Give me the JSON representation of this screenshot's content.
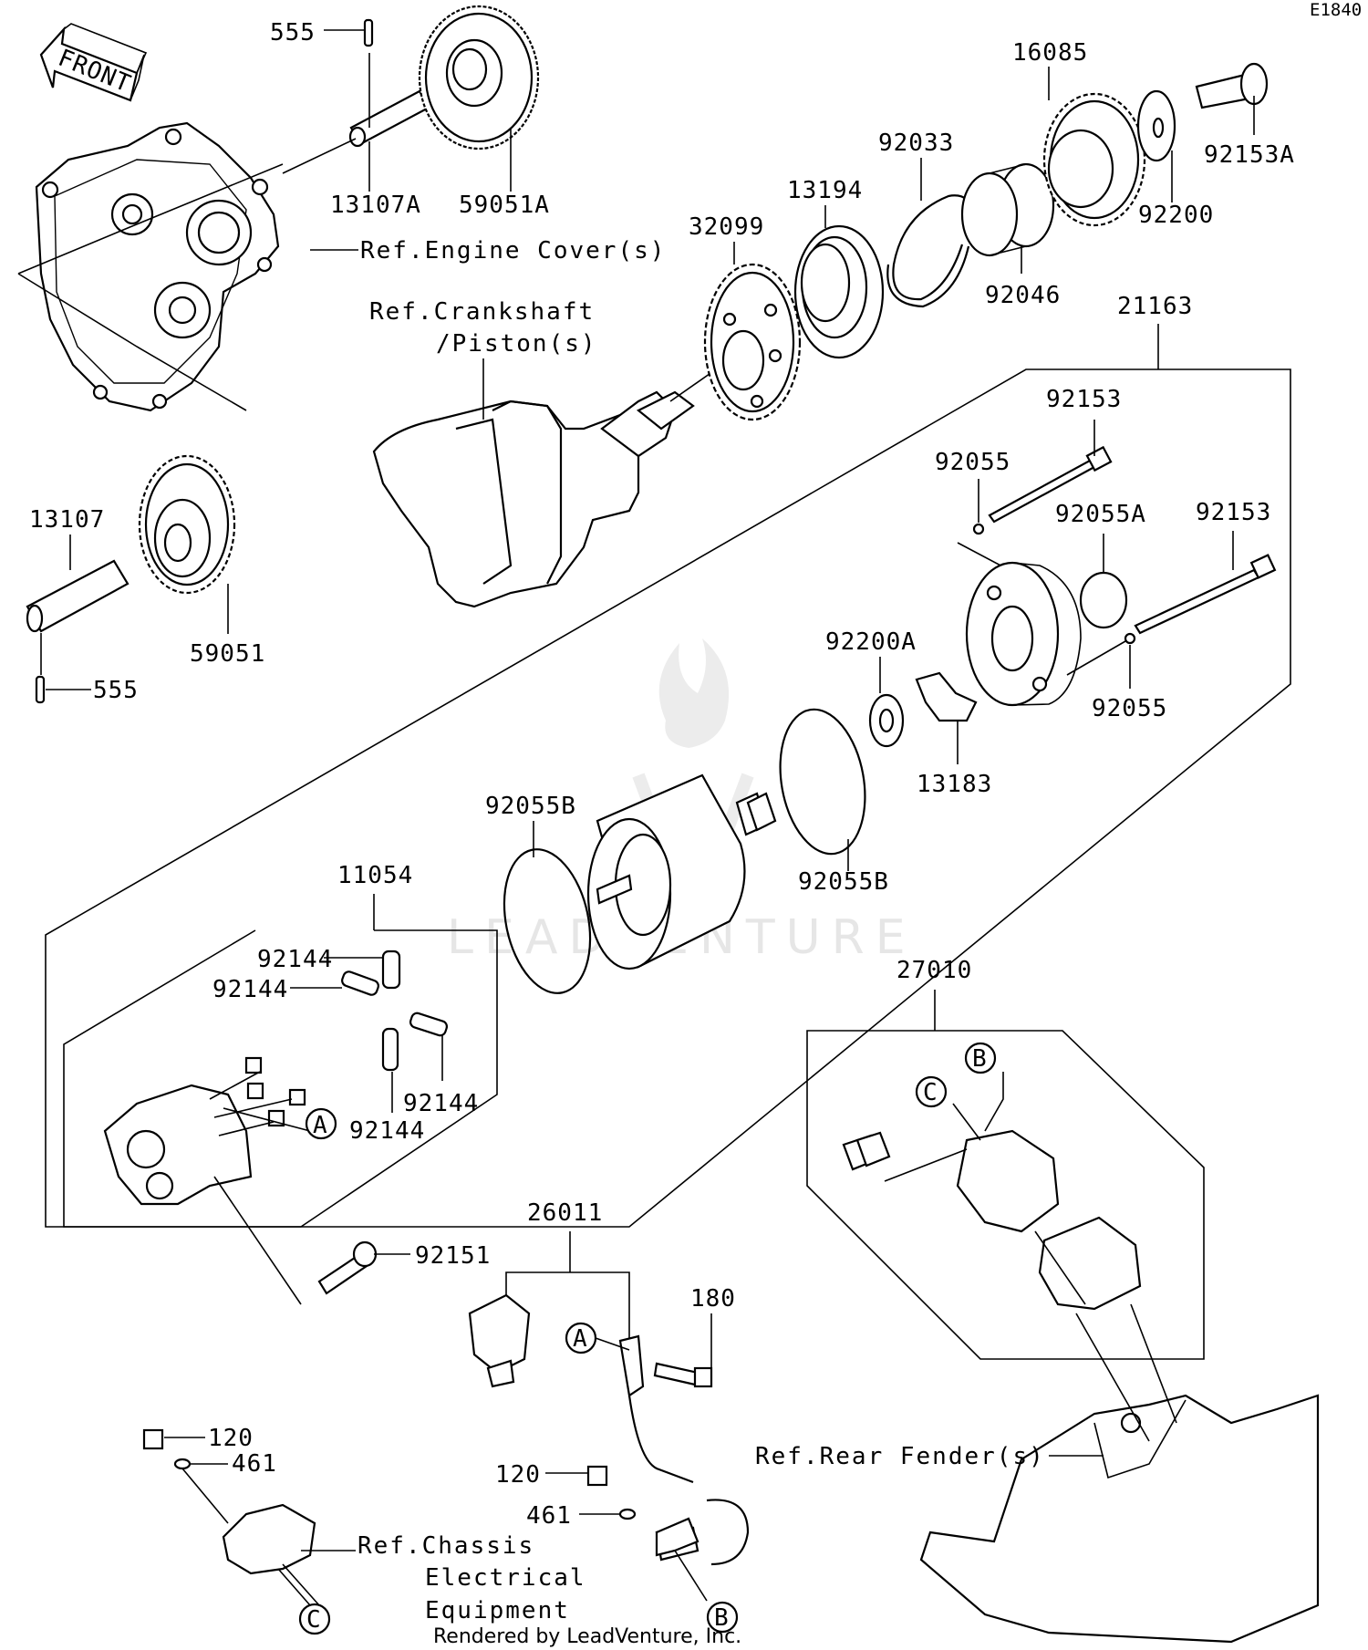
{
  "diagram_code": "E1840",
  "front_label": "FRONT",
  "watermark": "LEADVENTURE",
  "credit": "Rendered by LeadVenture, Inc.",
  "callouts": {
    "A": "A",
    "B": "B",
    "C": "C"
  },
  "references": {
    "engine_cover": "Ref.Engine Cover(s)",
    "crankshaft_line1": "Ref.Crankshaft",
    "crankshaft_line2": "/Piston(s)",
    "rear_fender": "Ref.Rear Fender(s)",
    "chassis_line1": "Ref.Chassis",
    "chassis_line2": "Electrical",
    "chassis_line3": "Equipment"
  },
  "parts": {
    "p555_top": "555",
    "p59051A": "59051A",
    "p13107A": "13107A",
    "p16085": "16085",
    "p92033": "92033",
    "p92153A": "92153A",
    "p13194": "13194",
    "p32099": "32099",
    "p92200": "92200",
    "p92046": "92046",
    "p21163": "21163",
    "p92153_a": "92153",
    "p92055_a": "92055",
    "p92055A": "92055A",
    "p92153_b": "92153",
    "p13107": "13107",
    "p59051": "59051",
    "p555_bottom": "555",
    "p92200A": "92200A",
    "p92055_b": "92055",
    "p13183": "13183",
    "p92055B_a": "92055B",
    "p92055B_b": "92055B",
    "p11054": "11054",
    "p92144_a": "92144",
    "p92144_b": "92144",
    "p92144_c": "92144",
    "p92144_d": "92144",
    "p27010": "27010",
    "p92151": "92151",
    "p26011": "26011",
    "p180": "180",
    "p120_a": "120",
    "p461_a": "461",
    "p120_b": "120",
    "p461_b": "461"
  }
}
